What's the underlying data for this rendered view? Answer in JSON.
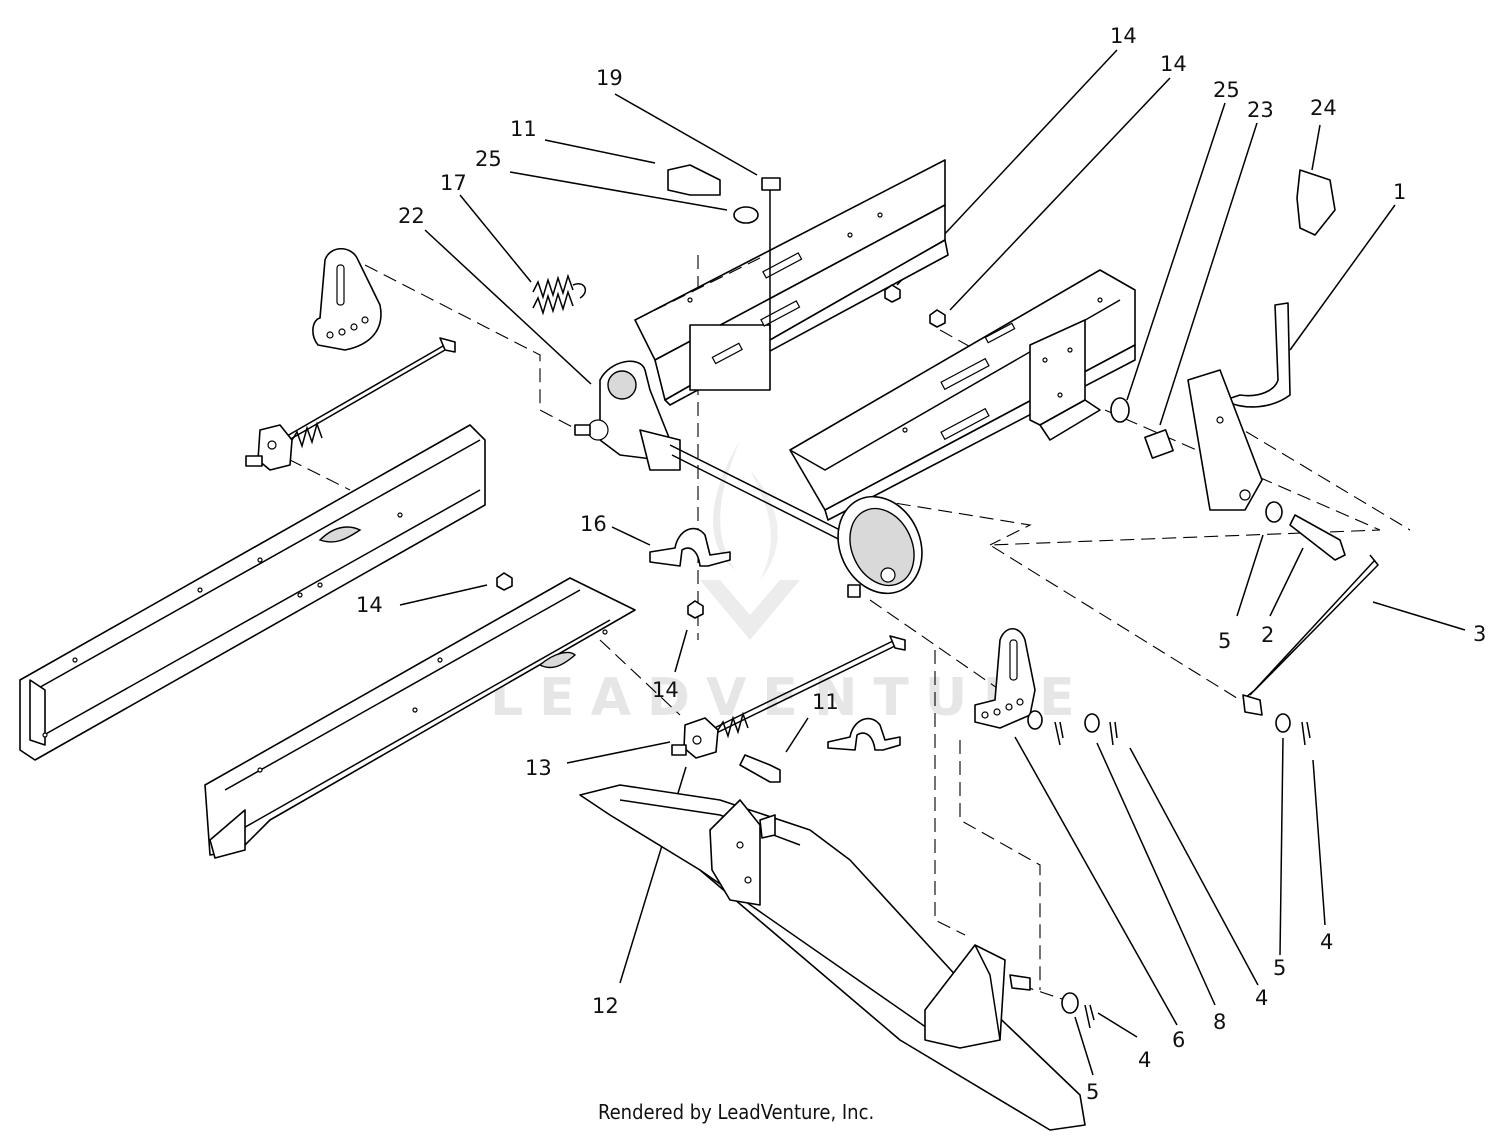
{
  "watermark": {
    "text": "LEADVENTURE"
  },
  "caption": {
    "text": "Rendered by LeadVenture, Inc."
  },
  "callouts": [
    "14",
    "14",
    "25",
    "23",
    "24",
    "19",
    "11",
    "25",
    "17",
    "22",
    "1",
    "16",
    "14",
    "5",
    "2",
    "3",
    "14",
    "11",
    "13",
    "12",
    "6",
    "8",
    "4",
    "5",
    "4",
    "5",
    "4"
  ]
}
